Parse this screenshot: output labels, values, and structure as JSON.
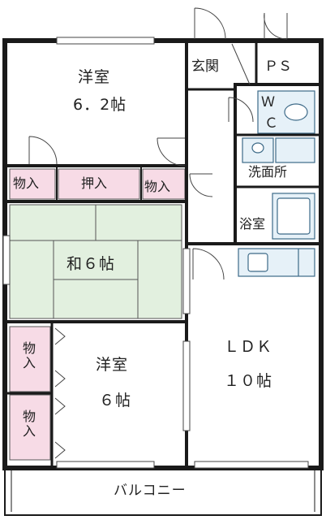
{
  "rooms": {
    "western_north": {
      "name": "洋室",
      "size": "6．2帖"
    },
    "entrance": "玄関",
    "ps": "ＰＳ",
    "wc": {
      "top": "Ｗ",
      "bottom": "Ｃ"
    },
    "storage_left": "物入",
    "oshiire": "押入",
    "storage_mid": "物入",
    "washroom": "洗面所",
    "bathroom": "浴室",
    "japanese": "和６帖",
    "western_south": {
      "name": "洋室",
      "size": "６帖"
    },
    "storage_south_1": "物入",
    "storage_south_2": "物入",
    "ldk": {
      "name": "ＬＤＫ",
      "size": "１０帖"
    },
    "balcony": "バルコニー"
  },
  "colors": {
    "wall": "#1a1a1a",
    "storage_fill": "#f7dbe6",
    "tatami_fill": "#e2f0df",
    "fixture_fill": "#e6f1f8",
    "fixture_stroke": "#3d6a88",
    "line": "#444444"
  }
}
